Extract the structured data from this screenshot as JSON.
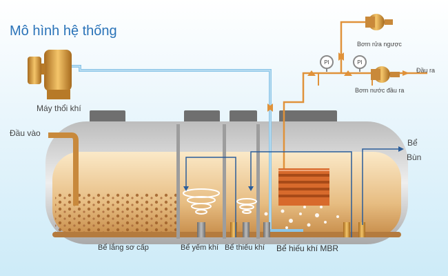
{
  "title": "Mô hình hệ thống",
  "labels": {
    "blower": "Máy thổi khí",
    "inlet": "Đầu vào",
    "sludge_line1": "Bể",
    "sludge_line2": "Bùn",
    "backwash_pump": "Bơm rửa ngược",
    "outlet": "Đầu ra",
    "outlet_pump": "Bơm nước đầu ra",
    "gauge": "PI"
  },
  "tanks": [
    {
      "name": "Bể lắng sơ cấp"
    },
    {
      "name": "Bể yếm khí"
    },
    {
      "name": "Bể thiếu khí"
    },
    {
      "name": "Bể hiếu khí MBR"
    }
  ],
  "colors": {
    "title": "#2a73b8",
    "tank_shell": "#d8d8d8",
    "liquid_light": "#f6ddb0",
    "liquid_dark": "#c9914e",
    "sludge": "#8a4f1e",
    "pipe_orange": "#e0923a",
    "pipe_blue": "#8cc6e8",
    "membrane": "#d86a2c",
    "brass": "#d69a3a"
  },
  "icons": [
    "blower-icon",
    "pump-icon",
    "pressure-gauge-icon",
    "valve-icon",
    "arrow-icon",
    "swirl-icon",
    "diffuser-icon"
  ]
}
